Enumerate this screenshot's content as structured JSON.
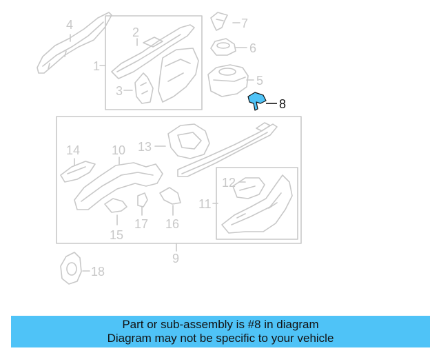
{
  "callouts": {
    "c1": "1",
    "c2": "2",
    "c3": "3",
    "c4": "4",
    "c5": "5",
    "c6": "6",
    "c7": "7",
    "c8": "8",
    "c9": "9",
    "c10": "10",
    "c11": "11",
    "c12": "12",
    "c13": "13",
    "c14": "14",
    "c15": "15",
    "c16": "16",
    "c17": "17",
    "c18": "18"
  },
  "highlight": {
    "part": "8",
    "color": "#4fc3f7"
  },
  "banner": {
    "line1": "Part or sub-assembly is #8 in diagram",
    "line2": "Diagram may not be specific to your vehicle"
  },
  "colors": {
    "line": "#c8c8c8",
    "banner_bg": "#4fc3f7",
    "highlight_text": "#111111"
  }
}
